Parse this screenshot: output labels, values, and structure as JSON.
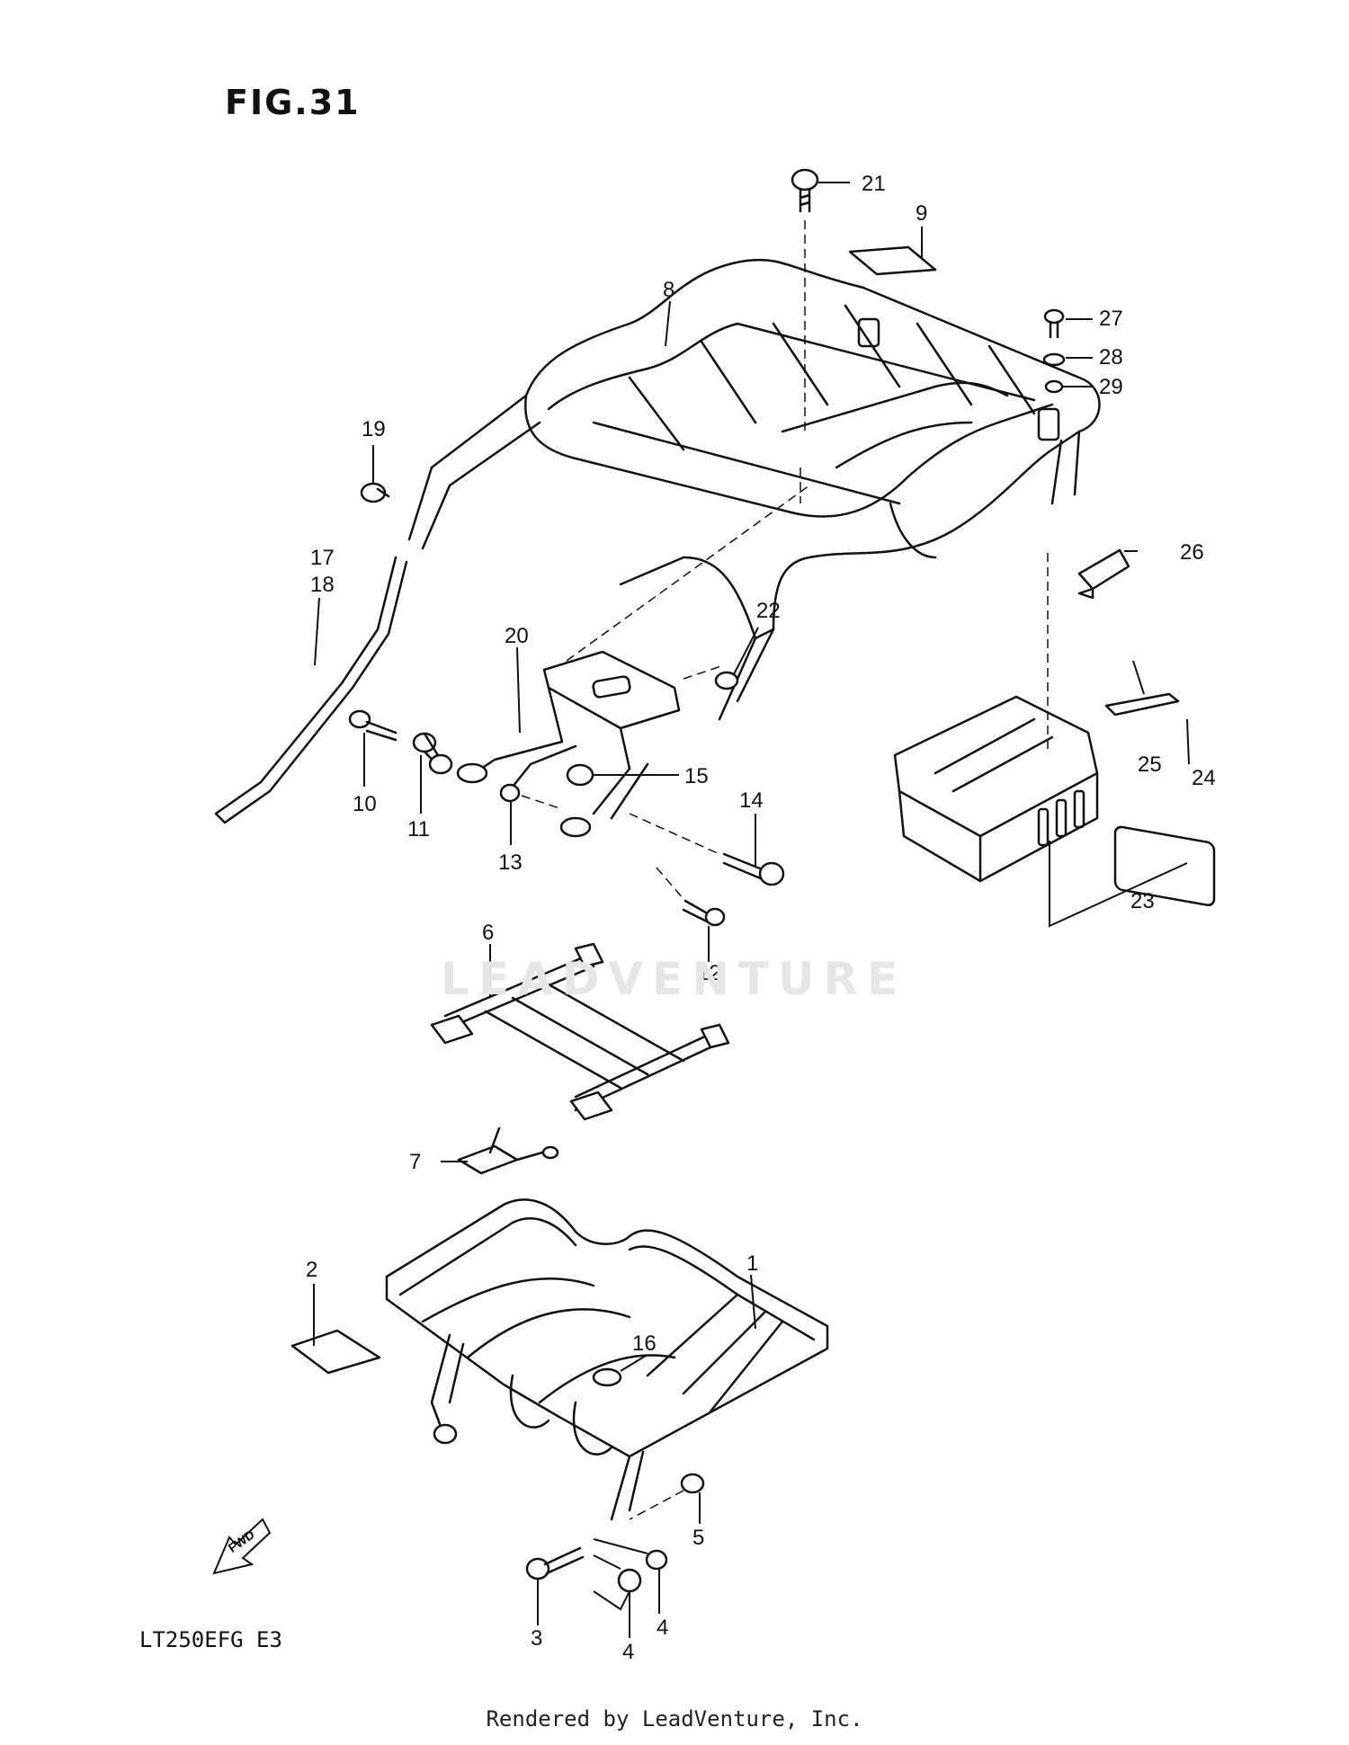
{
  "figure_title": "FIG.31",
  "model_code": "LT250EFG E3",
  "footer": "Rendered by LeadVenture, Inc.",
  "watermark": "LEADVENTURE",
  "fwd_badge": "FWD",
  "callouts": {
    "c1": "1",
    "c2": "2",
    "c3": "3",
    "c4a": "4",
    "c4b": "4",
    "c5": "5",
    "c6": "6",
    "c7": "7",
    "c8": "8",
    "c9": "9",
    "c10": "10",
    "c11": "11",
    "c12": "12",
    "c13": "13",
    "c14": "14",
    "c15": "15",
    "c16": "16",
    "c17": "17",
    "c18": "18",
    "c19": "19",
    "c20": "20",
    "c21": "21",
    "c22": "22",
    "c23": "23",
    "c24": "24",
    "c25": "25",
    "c26": "26",
    "c27": "27",
    "c28": "28",
    "c29": "29"
  }
}
